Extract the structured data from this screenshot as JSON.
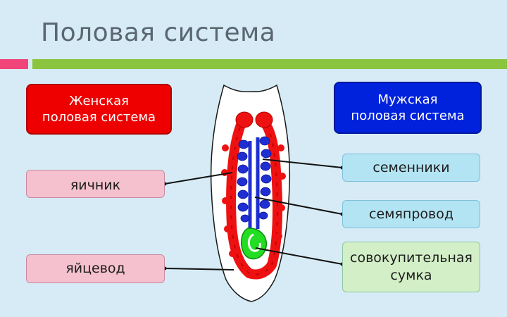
{
  "title": "Половая система",
  "colors": {
    "background": "#d6ebf5",
    "accent_bar": "#f0447a",
    "main_bar": "#8bc53f",
    "female_head_bg": "#ee0000",
    "male_head_bg": "#0022dd",
    "female_label_bg": "#f5c1cf",
    "male_label_bg": "#b3e4f3",
    "sac_label_bg": "#d3efc7",
    "ovary_oviduct_red": "#ee1111",
    "testes_blue": "#1f2fd2",
    "sac_green": "#22dd22"
  },
  "female": {
    "heading_line1": "Женская",
    "heading_line2": "половая система",
    "ovary": "яичник",
    "oviduct": "яйцевод"
  },
  "male": {
    "heading_line1": "Мужская",
    "heading_line2": "половая система",
    "testes": "семенники",
    "vas_deferens": "семяпровод",
    "copulatory_sac_line1": "совокупительная",
    "copulatory_sac_line2": "сумка"
  },
  "icons": {
    "body_outline": "worm-body-outline-icon",
    "ovary": "ovary-icon",
    "testes": "testes-icon",
    "copulatory_sac": "copulatory-sac-icon"
  }
}
